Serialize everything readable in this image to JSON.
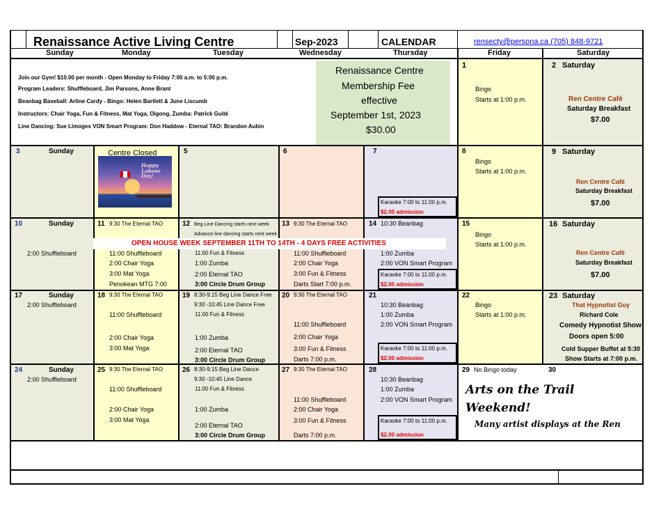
{
  "header": {
    "title": "Renaissance Active Living Centre",
    "month": "Sep-2023",
    "calendar_label": "CALENDAR",
    "contact": "rensecty@persona.ca (705) 848-9721"
  },
  "days": [
    "Sunday",
    "Monday",
    "Tuesday",
    "Wednesday",
    "Thursday",
    "Friday",
    "Saturday"
  ],
  "info": {
    "lines": [
      "Join our Gym! $10.00 per month - Open Monday to Friday 7:00 a.m. to 5:00 p.m.",
      "Program Leaders: Shuffleboard, Jim Parsons, Anne Brant",
      "Beanbag Baseball: Arline Cardy - Bingo: Helen Bartlett & June Liscumb",
      "Instructors: Chair Yoga, Fun & Fitness, Mat Yoga, Oigong, Zumba: Patrick Guité",
      "Line Dancing: Sue Limoges  VON Smart Program: Don Haddow - Eternal TAO: Brandon Aubin"
    ],
    "fee": [
      "Renaissance Centre",
      "Membership Fee",
      "effective",
      "September  1st, 2023",
      "$30.00"
    ]
  },
  "common": {
    "bingo": "Bingo",
    "starts": "Starts at 1:00 p.m.",
    "cafe": "Ren Centre Café",
    "breakfast": "Saturday Breakfast",
    "price": "$7.00",
    "karaoke": "Karaoke  7:00 to 11:00 p.m.",
    "admission": "$2.00 admission",
    "shuffle_200": "2:00 Shuffleboard",
    "tao_930": "9:30 The Eternal TAO",
    "shuffle_1100": "11:00 Shuffleboard",
    "chair_yoga": "2:00 Chair Yoga",
    "mat_yoga": "3:00 Mat Yoga",
    "zumba": "1:00 Zumba",
    "fun_fitness_11": "11:00 Fun & Fitness",
    "eternal_tao_2": "2:00 Eternal TAO",
    "drum": "3:00 Circle Drum Group",
    "fun_fitness_3": "3:00 Fun & Fitness",
    "beanbag": "10:30 Beanbag",
    "von": "2:00 VON Smart Program"
  },
  "week1": {
    "d1": "1",
    "d2": "2",
    "sat": "Saturday"
  },
  "week2": {
    "d3": "3",
    "d4": "4",
    "d5": "5",
    "d6": "6",
    "d7": "7",
    "d8": "8",
    "d9": "9",
    "sunday": "Sunday",
    "saturday": "Saturday",
    "closed": "Centre Closed",
    "banner_text": "Happy Labour Day!"
  },
  "week3": {
    "d10": "10",
    "d11": "11",
    "d12": "12",
    "d13": "13",
    "d14": "14",
    "d15": "15",
    "d16": "16",
    "sunday": "Sunday",
    "saturday": "Saturday",
    "open_house": "OPEN HOUSE WEEK SEPTEMBER  11TH TO 14TH - 4 DAYS FREE ACTIVITIES",
    "beg_line": "Beg Line Dancing  starts next week",
    "adv_line": "Advance line dancing starts next week",
    "beanbag": "10:30 Beanbag",
    "penokean": "Penokean MTG 7:00",
    "darts_start": "Darts Start 7:00 p.m."
  },
  "week4": {
    "d17": "17",
    "d18": "18",
    "d19": "19",
    "d20": "20",
    "d21": "21",
    "d22": "22",
    "d23": "23",
    "sunday": "Sunday",
    "saturday": "Saturday",
    "beg_line": "8:30-9:15 Beg Line Dance Free",
    "adv_line": "9:30 -10:45 Line Dance Free",
    "darts": "Darts 7:00 p.m.",
    "hyp_title": "That Hypnotist Guy",
    "hyp_name": "Richard Cole",
    "hyp_show": "Comedy Hypnotist Show",
    "doors": "Doors open 5:00",
    "buffet": "Cold Supper Buffet at 5:30",
    "show": "Show Starts at 7:00 p.m."
  },
  "week5": {
    "d24": "24",
    "d25": "25",
    "d26": "26",
    "d27": "27",
    "d28": "28",
    "d29": "29",
    "d30": "30",
    "sunday": "Sunday",
    "beg_line": "8:30-9:15 Beg Line Dance",
    "adv_line": "9:30 -10:45 Line Dance",
    "darts": "Darts 7:00 p.m.",
    "no_bingo": "No Bingo today",
    "arts1": "Arts on the Trail",
    "arts2": "Weekend!",
    "arts3": "Many artist displays at the Ren"
  }
}
